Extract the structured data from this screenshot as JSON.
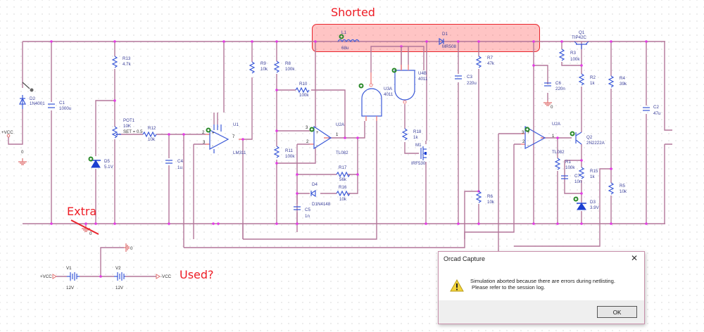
{
  "annotations": {
    "shorted": "Shorted",
    "extra": "Extra",
    "used": "Used?"
  },
  "colors": {
    "wire": "#b3779a",
    "pin": "#f08080",
    "symbol": "#3c5ad8",
    "junction": "#e43be4",
    "annotation": "#ee1c25",
    "highlight": "#ff3c3c"
  },
  "components": {
    "D2": {
      "ref": "D2",
      "value": "1N4001"
    },
    "C1": {
      "ref": "C1",
      "value": "1000u"
    },
    "R13": {
      "ref": "R13",
      "value": "4.7k"
    },
    "POT1": {
      "ref": "POT1",
      "value": "10K",
      "set": "SET = 0.5"
    },
    "R12": {
      "ref": "R12",
      "value": "10k"
    },
    "D5": {
      "ref": "D5",
      "value": "5.1V"
    },
    "C4": {
      "ref": "C4",
      "value": "1u"
    },
    "U1": {
      "ref": "U1",
      "value": "LM311",
      "pin_in_neg": "2",
      "pin_in_pos": "3",
      "pin_out": "7"
    },
    "R9": {
      "ref": "R9",
      "value": "10k"
    },
    "R8": {
      "ref": "R8",
      "value": "100k"
    },
    "R10": {
      "ref": "R10",
      "value": "100k"
    },
    "R11": {
      "ref": "R11",
      "value": "100k"
    },
    "U2A_1": {
      "ref": "U2A",
      "value": "TL082",
      "pin_a": "3",
      "pin_b": "2",
      "pin_out": "1"
    },
    "R17": {
      "ref": "R17",
      "value": "56k"
    },
    "R16": {
      "ref": "R16",
      "value": "10k"
    },
    "D4": {
      "ref": "D4",
      "value": "D1N4148"
    },
    "C5": {
      "ref": "C5",
      "value": "1n"
    },
    "L1": {
      "ref": "L1",
      "value": "68u"
    },
    "D1": {
      "ref": "D1",
      "value": "MR508"
    },
    "U3A": {
      "ref": "U3A",
      "value": "4011"
    },
    "U4B": {
      "ref": "U4B",
      "value": "4011"
    },
    "R18": {
      "ref": "R18",
      "value": "1k"
    },
    "M1": {
      "ref": "M1",
      "value": "IRF530"
    },
    "C3": {
      "ref": "C3",
      "value": "220u"
    },
    "R7": {
      "ref": "R7",
      "value": "47k"
    },
    "R6": {
      "ref": "R6",
      "value": "10k"
    },
    "Q1": {
      "ref": "Q1",
      "value": "TIP42C"
    },
    "R3": {
      "ref": "R3",
      "value": "100k"
    },
    "C6": {
      "ref": "C6",
      "value": "220n"
    },
    "R2": {
      "ref": "R2",
      "value": "1k"
    },
    "R4": {
      "ref": "R4",
      "value": "39k"
    },
    "C2": {
      "ref": "C2",
      "value": "47u"
    },
    "U2A_2": {
      "ref": "U2A",
      "value": "TL082",
      "pin_a": "3",
      "pin_b": "2",
      "pin_out": "1"
    },
    "Q2": {
      "ref": "Q2",
      "value": "2N2222A"
    },
    "R1": {
      "ref": "R1",
      "value": "100k"
    },
    "C7": {
      "ref": "C7",
      "value": "10n"
    },
    "R15": {
      "ref": "R15",
      "value": "1k"
    },
    "D3": {
      "ref": "D3",
      "value": "3.9V"
    },
    "R5": {
      "ref": "R5",
      "value": "10k"
    },
    "V1": {
      "ref": "V1",
      "value": "12V"
    },
    "V2": {
      "ref": "V2",
      "value": "12V"
    }
  },
  "nets": {
    "vcc_pos": "+VCC",
    "vcc_neg": "-VCC",
    "ground": "0"
  },
  "dialog": {
    "title": "Orcad Capture",
    "message_line1": "Simulation aborted because there are errors during netlisting.",
    "message_line2": "Please refer to the session log.",
    "ok_label": "OK",
    "close_label": "✕",
    "icon": "warning-icon"
  }
}
